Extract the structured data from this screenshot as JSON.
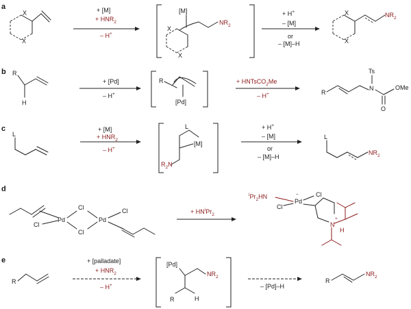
{
  "labels": [
    "a",
    "b",
    "c",
    "d",
    "e"
  ],
  "colors": {
    "reagent": "#8b1a1a",
    "ink": "#1a1a1a"
  },
  "rowA": {
    "start_atom": "X",
    "start_atom2": "X",
    "arrow1_top": "+ [M]",
    "arrow1_mid": "+ HNR",
    "arrow1_mid_sub": "2",
    "arrow1_bot": "– H",
    "arrow1_bot_sup": "+",
    "int_metal": "[M]",
    "int_atom": "X",
    "int_atom2": "X",
    "int_amine": "NR",
    "int_amine_sub": "2",
    "arrow2_top": "+ H",
    "arrow2_top_sup": "+",
    "arrow2_mid": "– [M]",
    "arrow2_or": "or",
    "arrow2_bot": "– [M]–H",
    "prod_atom": "X",
    "prod_atom2": "X",
    "prod_amine": "NR",
    "prod_amine_sub": "2"
  },
  "rowB": {
    "start_r": "R",
    "start_h": "H",
    "arrow1_top": "+ [Pd]",
    "arrow1_bot": "– H",
    "arrow1_bot_sup": "+",
    "int_r": "R",
    "int_pd": "[Pd]",
    "arrow2_top": "+ HNTsCO",
    "arrow2_top_sub": "2",
    "arrow2_top_tail": "Me",
    "arrow2_bot": "– H",
    "arrow2_bot_sup": "+",
    "prod_r": "R",
    "prod_n": "N",
    "prod_ts": "Ts",
    "prod_ome": "OMe",
    "prod_o": "O"
  },
  "rowC": {
    "start_l": "L",
    "arrow1_top": "+ [M]",
    "arrow1_mid": "+ HNR",
    "arrow1_mid_sub": "2",
    "arrow1_bot": "– H",
    "arrow1_bot_sup": "+",
    "int_l": "L",
    "int_metal": "[M]",
    "int_amine": "R",
    "int_amine_sub": "2",
    "int_amine_tail": "N",
    "arrow2_top": "+ H",
    "arrow2_top_sup": "+",
    "arrow2_mid": "– [M]",
    "arrow2_or": "or",
    "arrow2_bot": "– [M]–H",
    "prod_l": "L",
    "prod_amine": "NR",
    "prod_amine_sub": "2"
  },
  "rowD": {
    "start_pd1": "Pd",
    "start_pd2": "Pd",
    "start_cl_a": "Cl",
    "start_cl_b": "Cl",
    "start_cl_c": "Cl",
    "start_cl_d": "Cl",
    "arrow_top": "+ HN",
    "arrow_top_sup": "i",
    "arrow_top_tail": "Pr",
    "arrow_top_sub": "2",
    "prod_amine_sup": "i",
    "prod_amine": "Pr",
    "prod_amine_sub": "2",
    "prod_amine_tail": "HN",
    "prod_pd": "Pd",
    "prod_pd_charge": "–",
    "prod_cl1": "Cl",
    "prod_cl2": "Cl",
    "prod_n": "N",
    "prod_n_charge": "+",
    "prod_h": "H"
  },
  "rowE": {
    "start_r": "R",
    "arrow1_top": "+ [palladate]",
    "arrow1_mid": "+ HNR",
    "arrow1_mid_sub": "2",
    "arrow1_bot": "– H",
    "arrow1_bot_sup": "+",
    "int_pd": "[Pd]",
    "int_amine": "NR",
    "int_amine_sub": "2",
    "int_r": "R",
    "int_h": "H",
    "arrow2_bot": "– [Pd]–H",
    "prod_r": "R",
    "prod_amine": "NR",
    "prod_amine_sub": "2"
  }
}
